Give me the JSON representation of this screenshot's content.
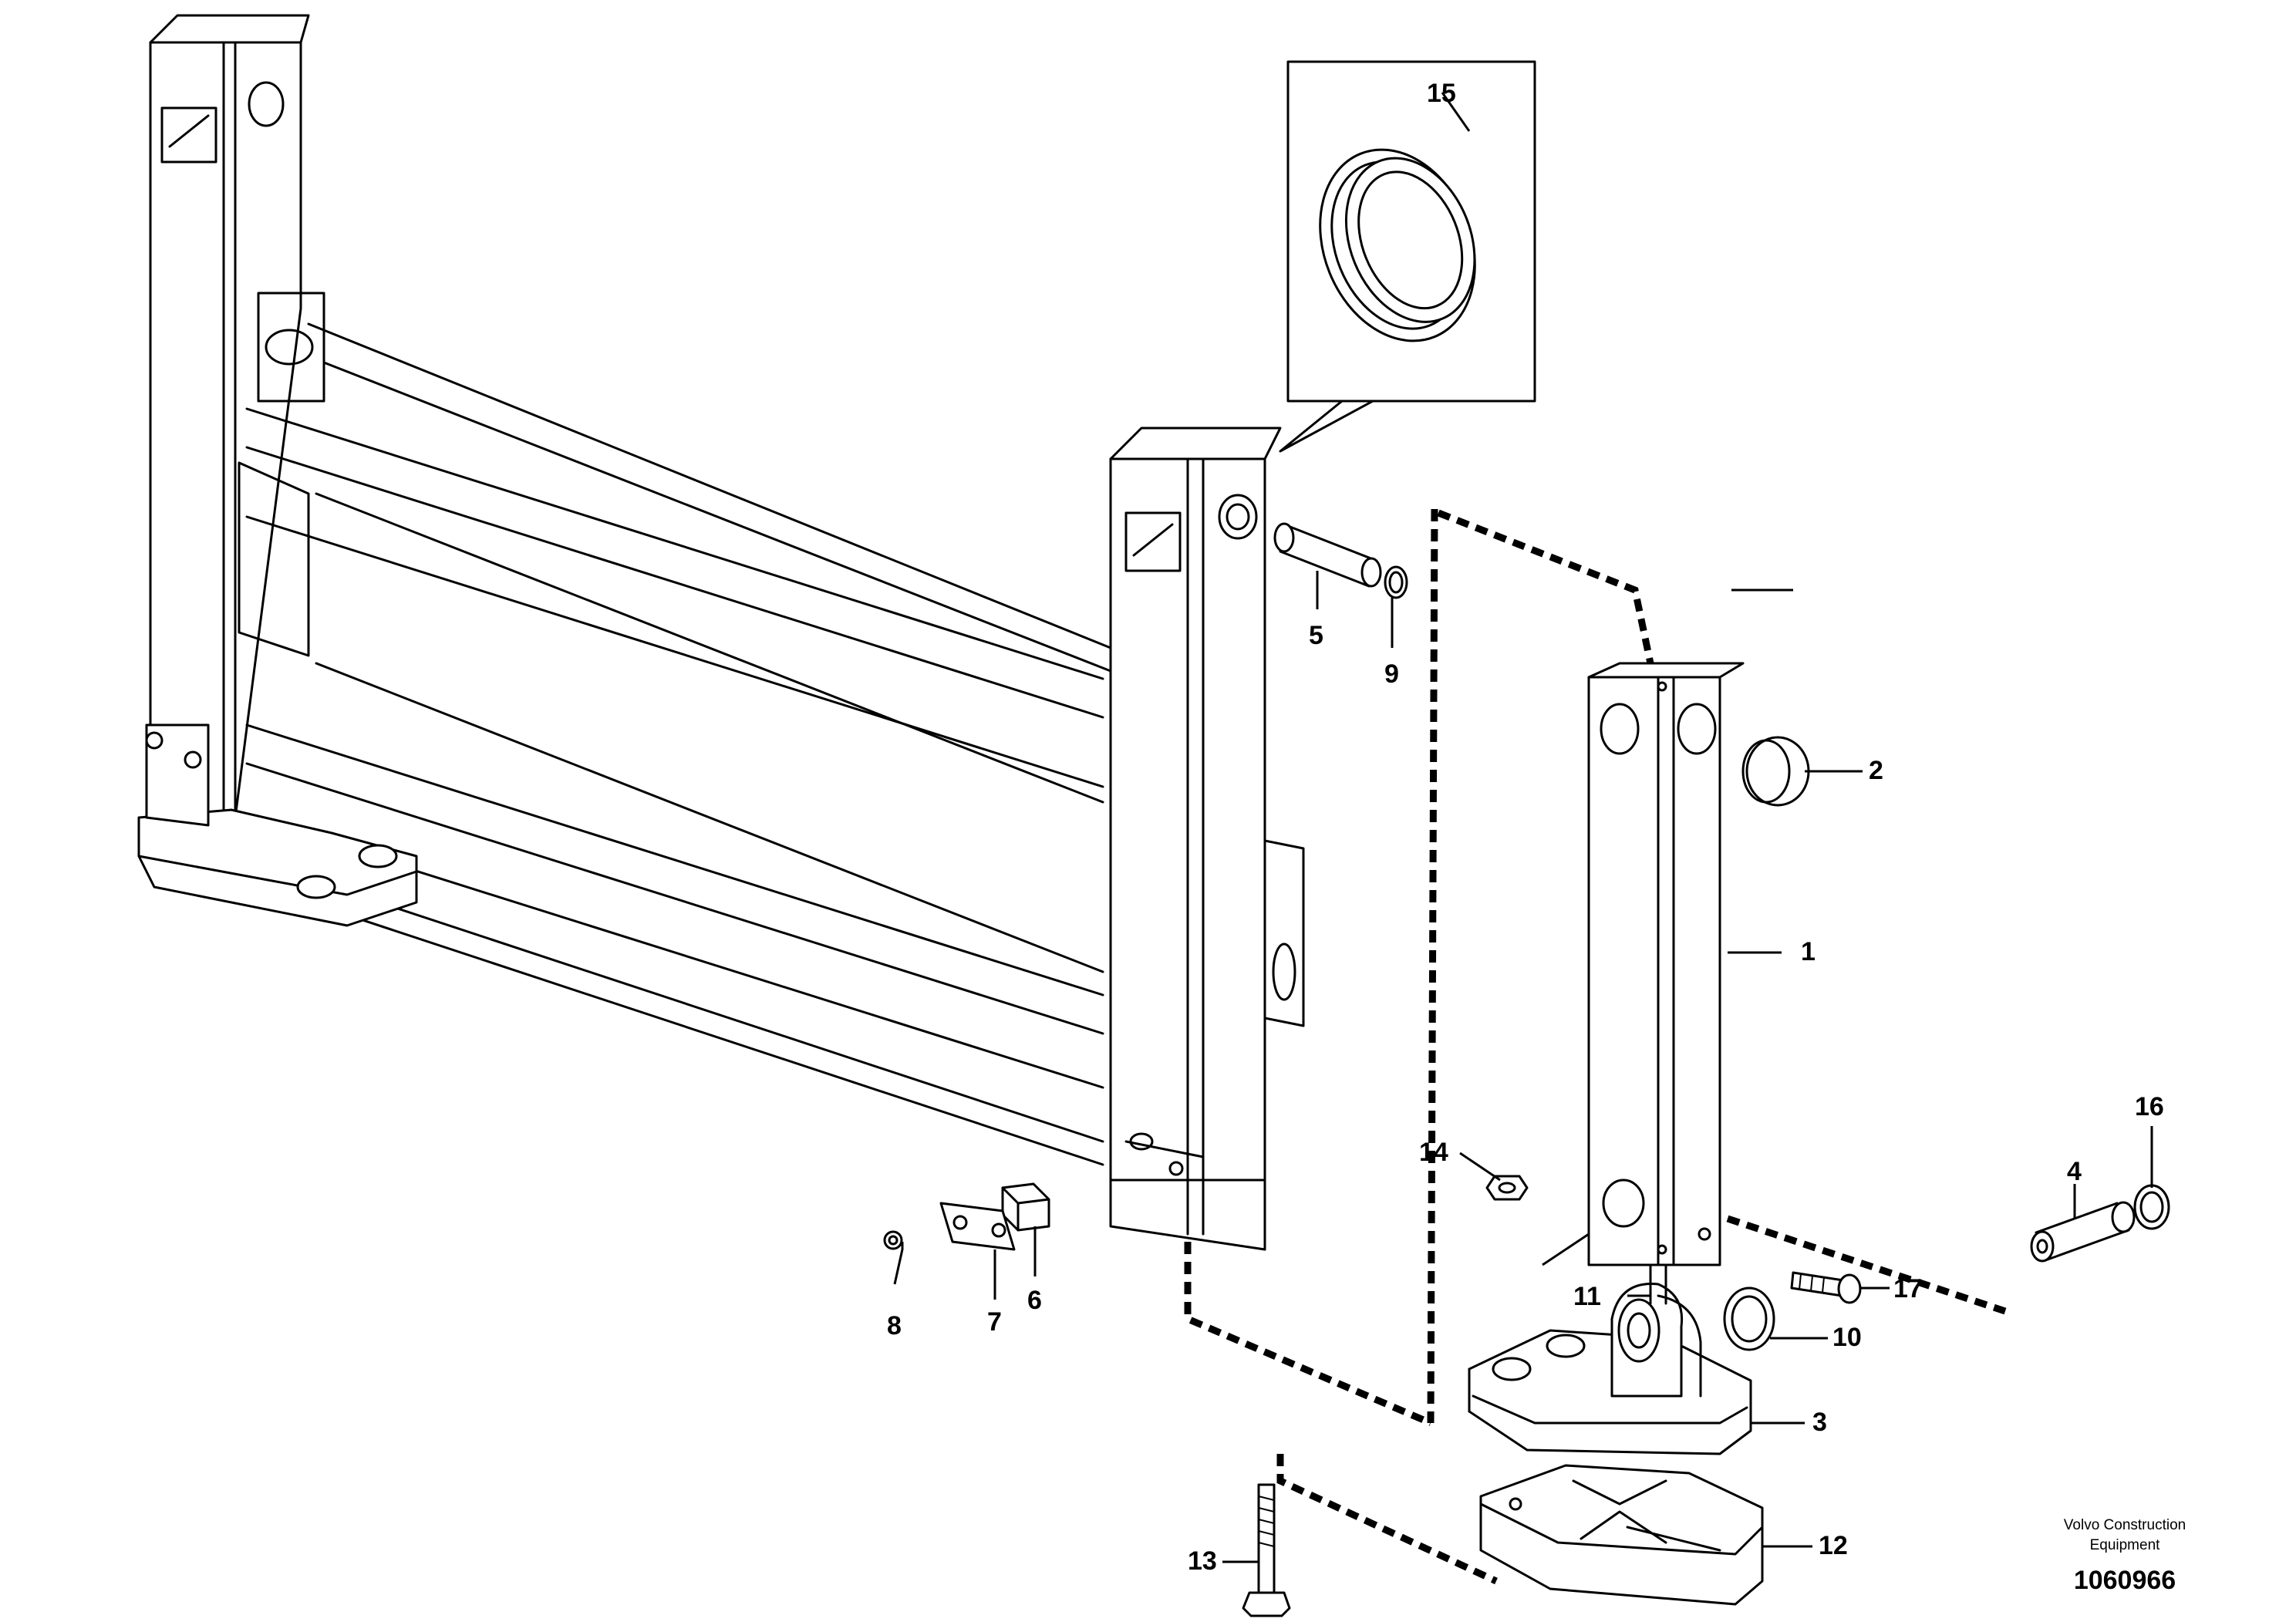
{
  "callouts": [
    {
      "id": "1",
      "label": "1"
    },
    {
      "id": "2",
      "label": "2"
    },
    {
      "id": "3",
      "label": "3"
    },
    {
      "id": "4",
      "label": "4"
    },
    {
      "id": "5",
      "label": "5"
    },
    {
      "id": "6",
      "label": "6"
    },
    {
      "id": "7",
      "label": "7"
    },
    {
      "id": "8",
      "label": "8"
    },
    {
      "id": "9",
      "label": "9"
    },
    {
      "id": "10",
      "label": "10"
    },
    {
      "id": "11",
      "label": "11"
    },
    {
      "id": "12",
      "label": "12"
    },
    {
      "id": "13",
      "label": "13"
    },
    {
      "id": "14",
      "label": "14"
    },
    {
      "id": "15",
      "label": "15"
    },
    {
      "id": "16",
      "label": "16"
    },
    {
      "id": "17",
      "label": "17"
    }
  ],
  "credit": {
    "line1": "Volvo Construction",
    "line2": "Equipment"
  },
  "document_number": "1060966"
}
